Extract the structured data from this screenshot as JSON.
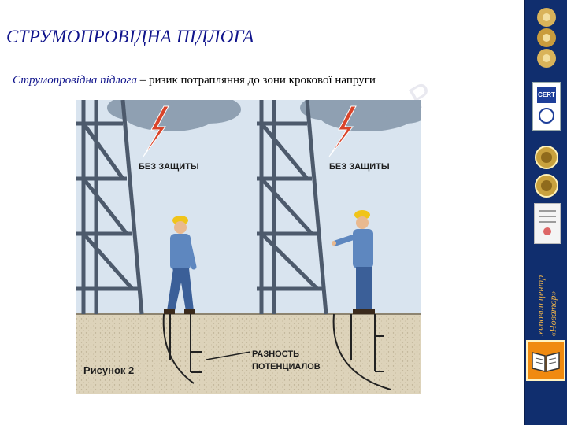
{
  "slide": {
    "title": "СТРУМОПРОВІДНА  ПІДЛОГА",
    "subtitle_term": "Струмопровідна підлога",
    "subtitle_rest": " – ризик потрапляння до зони крокової напруги"
  },
  "figure": {
    "label_left": "БЕЗ ЗАЩИТЫ",
    "label_right": "БЕЗ ЗАЩИТЫ",
    "caption": "Рисунок 2",
    "potential_line1": "РАЗНОСТЬ",
    "potential_line2": "ПОТЕНЦИАЛОВ"
  },
  "sidebar": {
    "vertical_line1": "Учбовий  центр",
    "vertical_line2": "«Новатор»",
    "cert_label": "CERT",
    "icons": [
      "gear-coin-icon",
      "cert-badge-icon",
      "medal-icon",
      "medal-icon",
      "certificate-icon",
      "book-icon"
    ]
  },
  "colors": {
    "title": "#10148c",
    "sidebar": "#102e6e",
    "book_button": "#f08a10",
    "ground": "#ddd3ba",
    "sky": "#b9cee2"
  }
}
